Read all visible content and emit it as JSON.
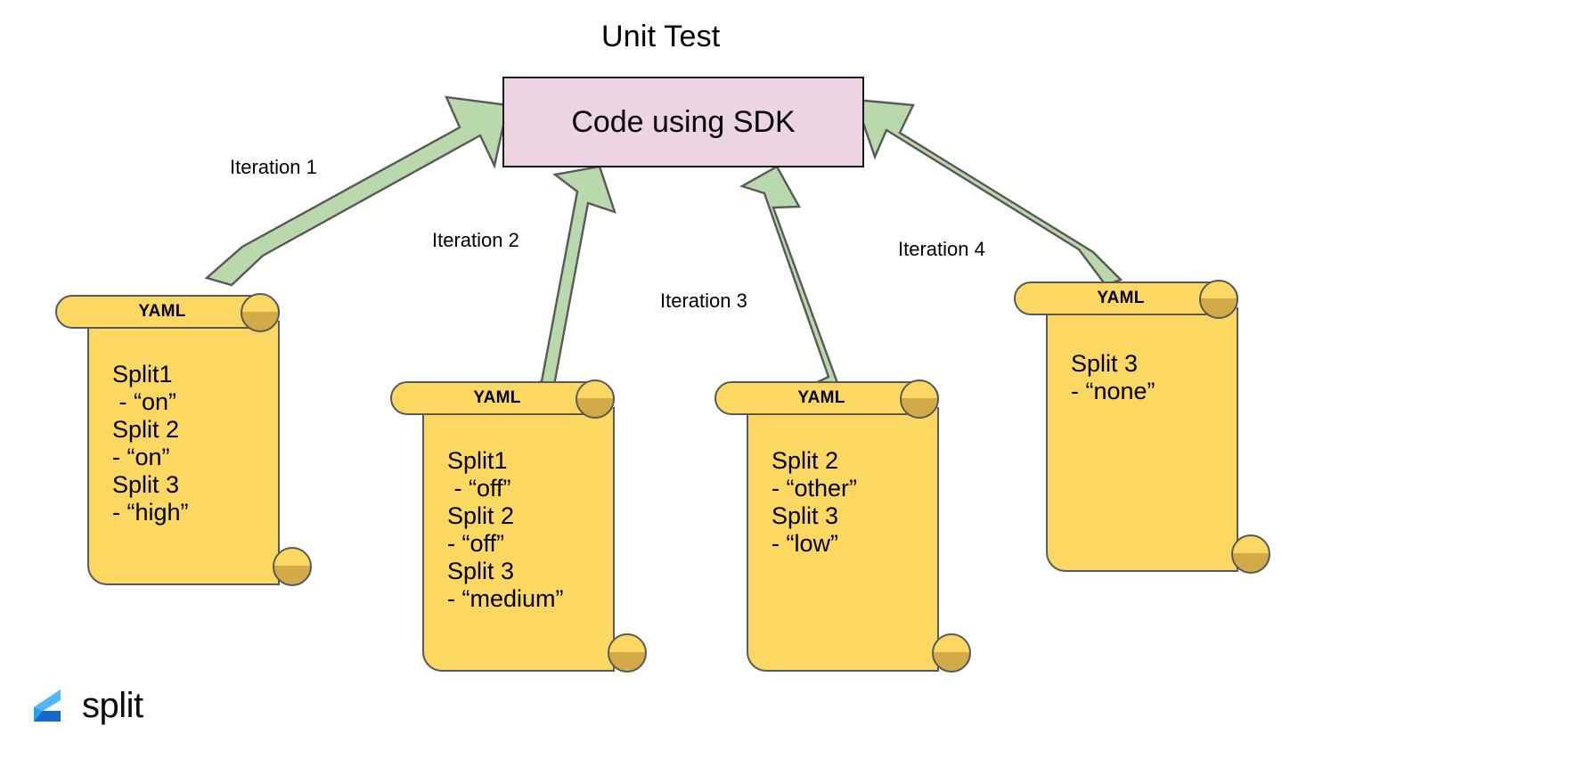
{
  "diagram": {
    "title": "Unit Test",
    "code_box": {
      "label": "Code using SDK",
      "fill_color": "#ecd4e2",
      "border_color": "#1a1a1a"
    },
    "arrow_color": "#b9d8ab",
    "arrow_border_color": "#595959",
    "scroll_fill_color": "#fcd862",
    "scroll_border_color": "#595959",
    "scroll_curl_color": "#d2aa48",
    "arrows": [
      {
        "label": "Iteration 1"
      },
      {
        "label": "Iteration 2"
      },
      {
        "label": "Iteration 3"
      },
      {
        "label": "Iteration 4"
      }
    ],
    "scrolls": [
      {
        "header": "YAML",
        "lines": [
          "Split1",
          " - “on”",
          "Split 2",
          "- “on”",
          "Split 3",
          "- “high”"
        ],
        "text": "Split1\n - “on”\nSplit 2\n- “on”\nSplit 3\n- “high”"
      },
      {
        "header": "YAML",
        "lines": [
          "Split1",
          " - “off”",
          "Split 2",
          "- “off”",
          "Split 3",
          "- “medium”"
        ],
        "text": "Split1\n - “off”\nSplit 2\n- “off”\nSplit 3\n- “medium”"
      },
      {
        "header": "YAML",
        "lines": [
          "Split 2",
          "- “other”",
          "Split 3",
          "- “low”"
        ],
        "text": "Split 2\n- “other”\nSplit 3\n- “low”"
      },
      {
        "header": "YAML",
        "lines": [
          "Split 3",
          "- “none”"
        ],
        "text": "Split 3\n- “none”"
      }
    ],
    "logo": {
      "wordmark": "split",
      "mark_color": "#2a9ff0",
      "mark_color_dark": "#1769c8"
    }
  }
}
